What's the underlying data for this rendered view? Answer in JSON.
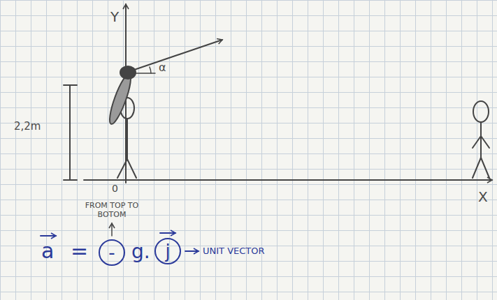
{
  "diagram": {
    "nodes": [
      {
        "text": [
          "-"
        ]
      },
      {
        "text": [
          "j"
        ]
      }
    ],
    "labels": [
      "Y",
      "α",
      "2,2m",
      "0",
      "X",
      "FROM TOP TO BOTOM",
      "a",
      "=",
      "g.",
      "UNIT VECTOR"
    ]
  }
}
